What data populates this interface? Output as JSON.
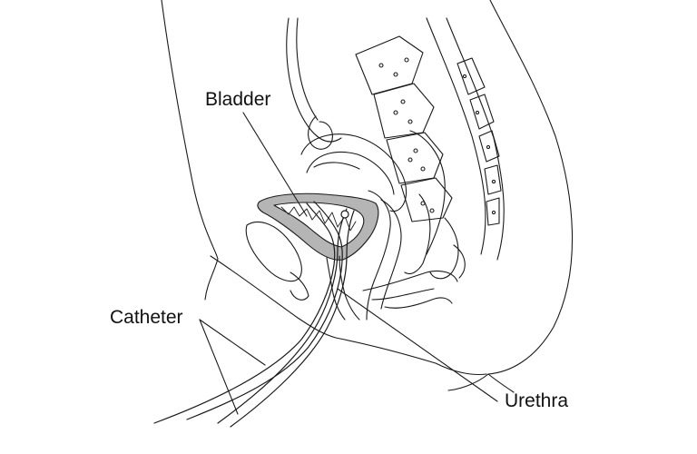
{
  "labels": {
    "bladder": "Bladder",
    "catheter": "Catheter",
    "urethra": "Urethra"
  },
  "colors": {
    "ink": "#1a1a1a",
    "bladder_fill": "#b5b5b5",
    "background": "#ffffff"
  }
}
